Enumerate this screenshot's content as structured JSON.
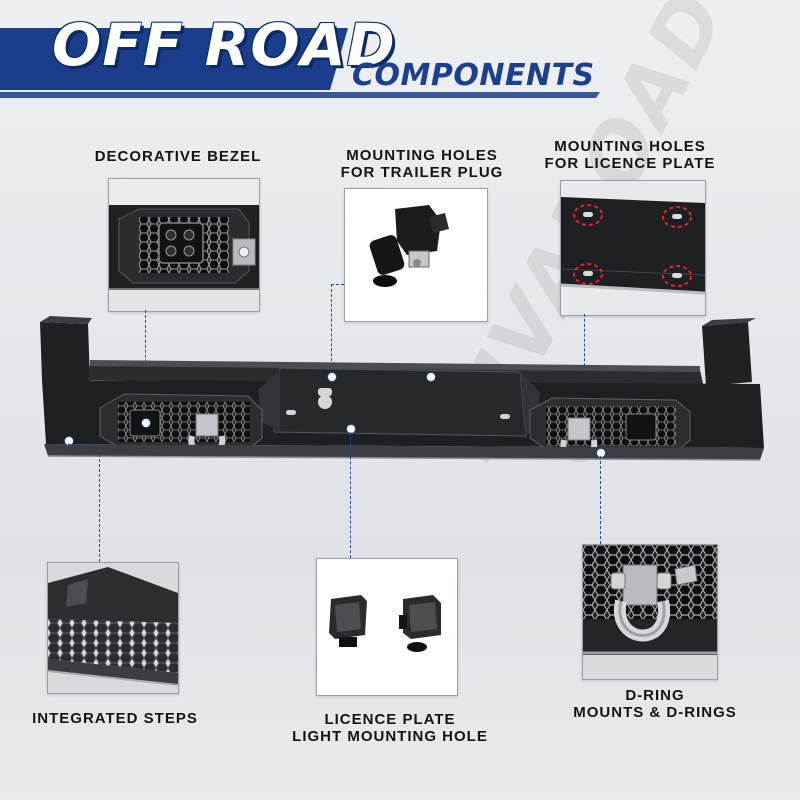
{
  "header": {
    "title_main": "OFF ROAD",
    "title_sub": "COMPONENTS"
  },
  "callouts": {
    "decorative_bezel": "DECORATIVE BEZEL",
    "trailer_plug_line1": "MOUNTING HOLES",
    "trailer_plug_line2": "FOR TRAILER PLUG",
    "licence_holes_line1": "MOUNTING HOLES",
    "licence_holes_line2": "FOR LICENCE PLATE",
    "integrated_steps": "INTEGRATED STEPS",
    "light_hole_line1": "LICENCE PLATE",
    "light_hole_line2": "LIGHT MOUNTING HOLE",
    "dring_line1": "D-RING",
    "dring_line2": "MOUNTS & D-RINGS"
  },
  "watermark": "HIVAROAD",
  "colors": {
    "brand_blue": "#1c3f8f",
    "banner_blue": "#1a3d8c",
    "highlight_red": "#e0242a",
    "bumper_black": "#1f2124"
  }
}
